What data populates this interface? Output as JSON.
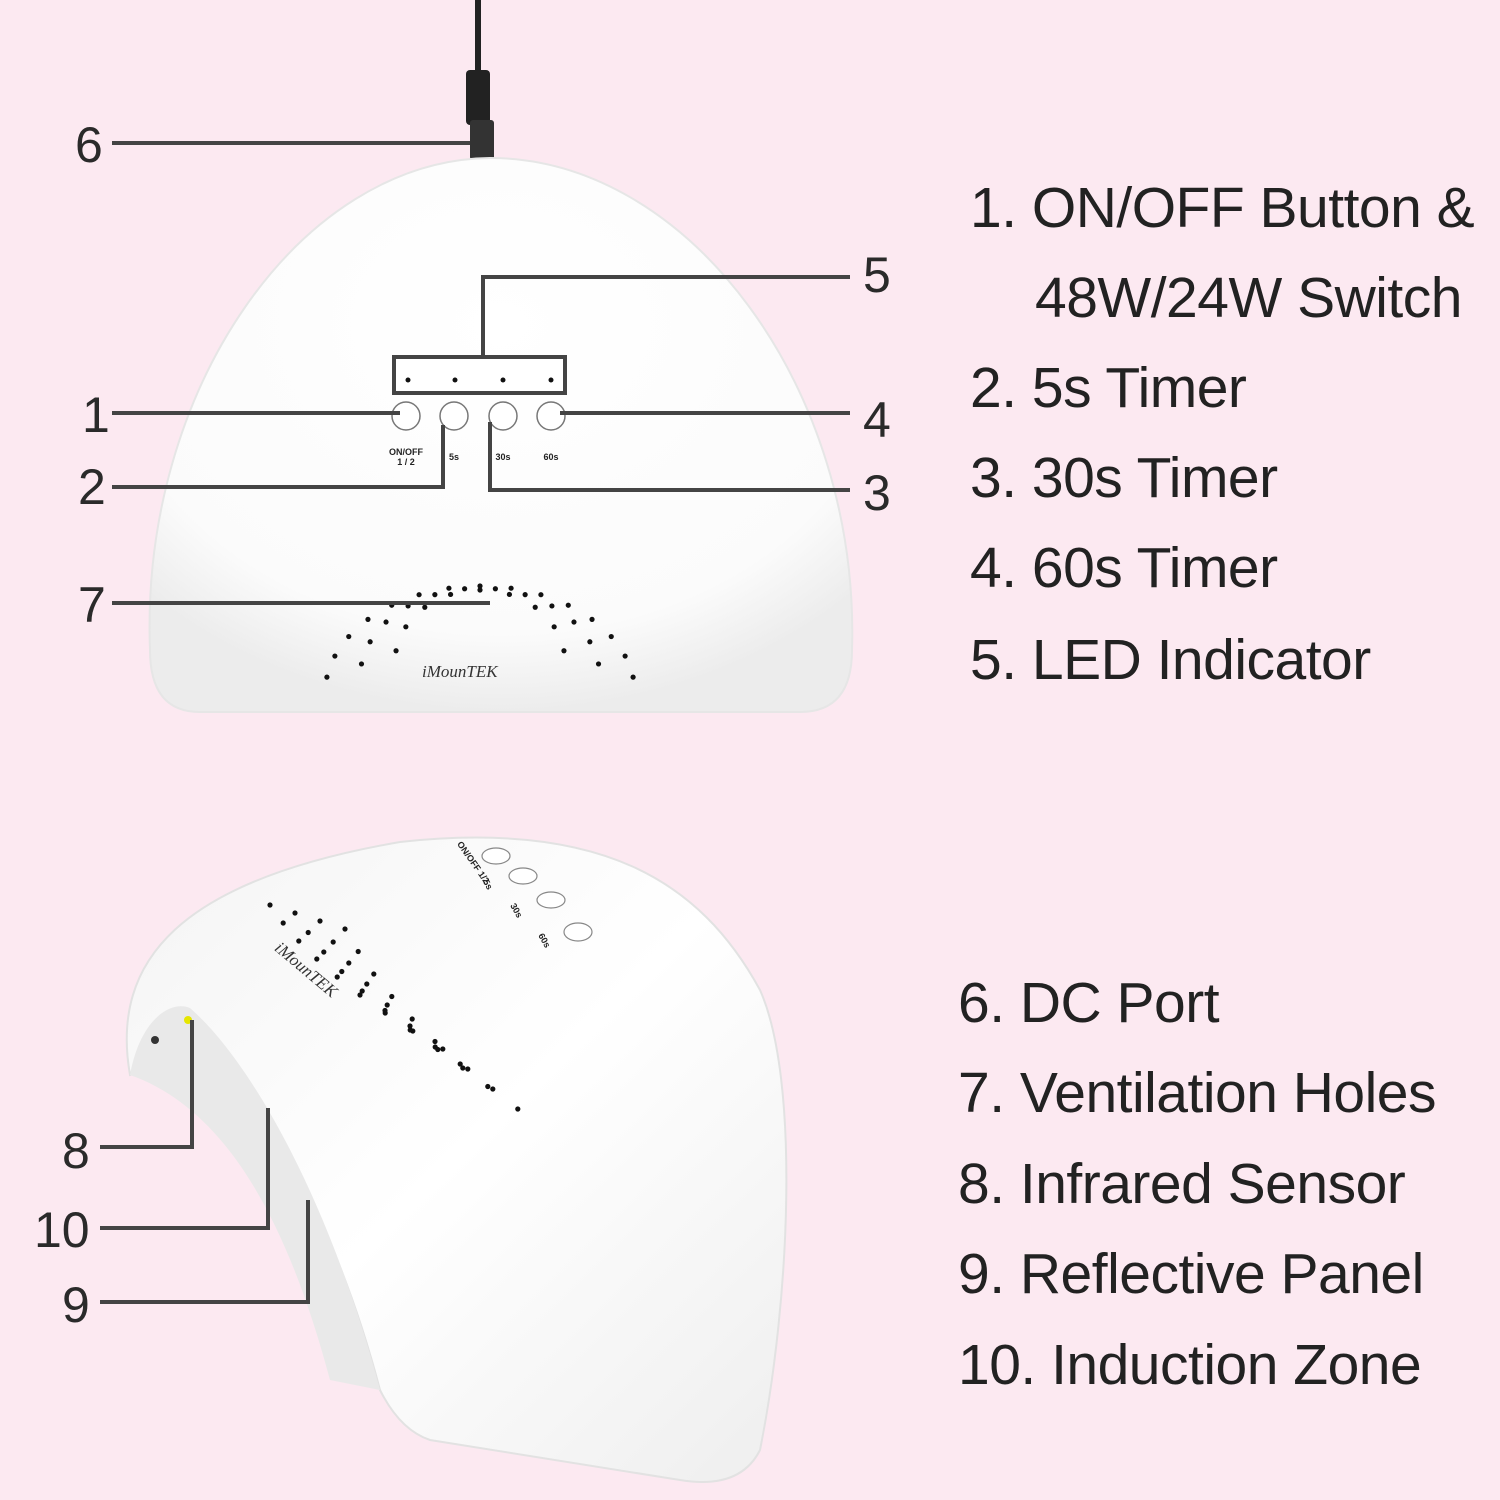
{
  "brand": "iMounTEK",
  "top_view": {
    "button_labels": [
      "ON/OFF",
      "1 / 2",
      "5s",
      "30s",
      "60s"
    ],
    "callouts": [
      "1",
      "2",
      "3",
      "4",
      "5",
      "6",
      "7"
    ]
  },
  "side_view": {
    "button_labels": [
      "ON/OFF 1/2",
      "5s",
      "30s",
      "60s"
    ],
    "callouts": [
      "8",
      "10",
      "9"
    ]
  },
  "legend_top": [
    "1. ON/OFF Button &",
    "48W/24W Switch",
    "2. 5s Timer",
    "3. 30s Timer",
    "4. 60s Timer",
    "5. LED Indicator"
  ],
  "legend_bottom": [
    "6. DC Port",
    "7. Ventilation Holes",
    "8. Infrared Sensor",
    "9. Reflective Panel",
    "10. Induction Zone"
  ],
  "colors": {
    "background": "#fce9f1",
    "line": "#444444",
    "device": "#ffffff"
  }
}
